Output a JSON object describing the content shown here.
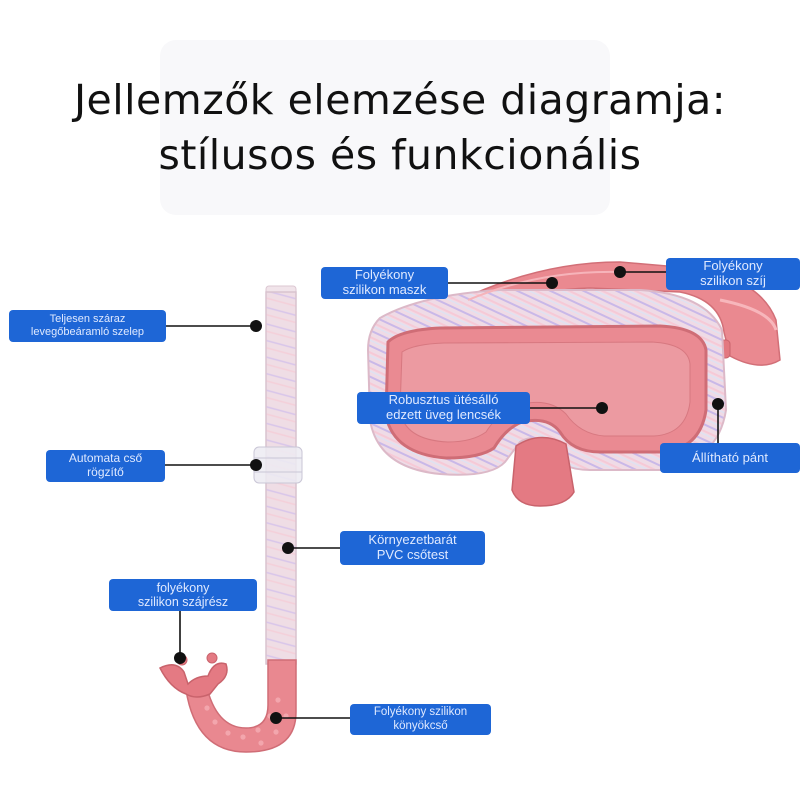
{
  "title": {
    "line1": "Jellemzők elemzése diagramja:",
    "line2": "stílusos és funkcionális"
  },
  "labels": {
    "dry_valve": {
      "line1": "Teljesen száraz",
      "line2": "levegőbeáramló szelep"
    },
    "tube_clip": {
      "line1": "Automata cső",
      "line2": "rögzítő"
    },
    "mouthpiece": {
      "line1": "folyékony",
      "line2": "szilikon szájrész"
    },
    "pvc_tube": {
      "line1": "Környezetbarát",
      "line2": "PVC csőtest"
    },
    "elbow": {
      "line1": "Folyékony szilikon",
      "line2": "könyökcső"
    },
    "mask": {
      "line1": "Folyékony",
      "line2": "szilikon maszk"
    },
    "strap": {
      "line1": "Folyékony",
      "line2": "szilikon szíj"
    },
    "lenses": {
      "line1": "Robusztus ütésálló",
      "line2": "edzett üveg lencsék"
    },
    "adjustable": {
      "line1": "Állítható pánt"
    }
  },
  "colors": {
    "label_bg": "#1e66d6",
    "label_text": "#dfe9ff",
    "pink": "#e97f86",
    "pink_dark": "#d96a72",
    "tube": "#efd9e2"
  }
}
